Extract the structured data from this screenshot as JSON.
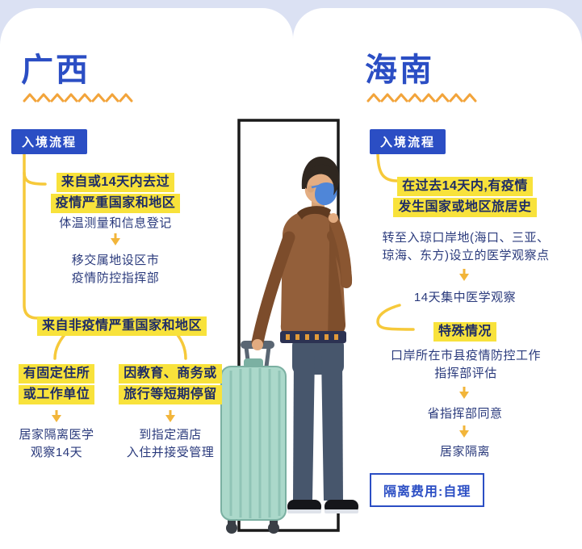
{
  "theme": {
    "background": "#dbe1f3",
    "card": "#ffffff",
    "primary_blue": "#2b4ec4",
    "text_navy": "#2a3a7c",
    "highlight_yellow": "#f8e23b",
    "connector_yellow": "#f6c93a",
    "zigzag_orange": "#f2a43b"
  },
  "icons": {
    "zigzag_underline": "chevron-zigzag",
    "arrow_down": "triangle-down-with-stem",
    "door_frame": "black-rect-outline",
    "traveler": "man-with-mask-pulling-suitcase"
  },
  "guangxi": {
    "title": "广西",
    "badge": "入境流程",
    "case1_tag": [
      "来自或14天内去过",
      "疫情严重国家和地区"
    ],
    "case1_step1": "体温测量和信息登记",
    "case1_step2": [
      "移交属地设区市",
      "疫情防控指挥部"
    ],
    "case2_tag": "来自非疫情严重国家和地区",
    "case2_branch1_tag": [
      "有固定住所",
      "或工作单位"
    ],
    "case2_branch1_step": [
      "居家隔离医学",
      "观察14天"
    ],
    "case2_branch2_tag": [
      "因教育、商务或",
      "旅行等短期停留"
    ],
    "case2_branch2_step": [
      "到指定酒店",
      "入住并接受管理"
    ]
  },
  "hainan": {
    "title": "海南",
    "badge": "入境流程",
    "case1_tag": [
      "在过去14天内,有疫情",
      "发生国家或地区旅居史"
    ],
    "step1": [
      "转至入琼口岸地(海口、三亚、",
      "琼海、东方)设立的医学观察点"
    ],
    "step2": "14天集中医学观察",
    "special_tag": "特殊情况",
    "special_step1": [
      "口岸所在市县疫情防控工作",
      "指挥部评估"
    ],
    "special_step2": "省指挥部同意",
    "special_step3": "居家隔离",
    "fee_note": "隔离费用:自理"
  }
}
